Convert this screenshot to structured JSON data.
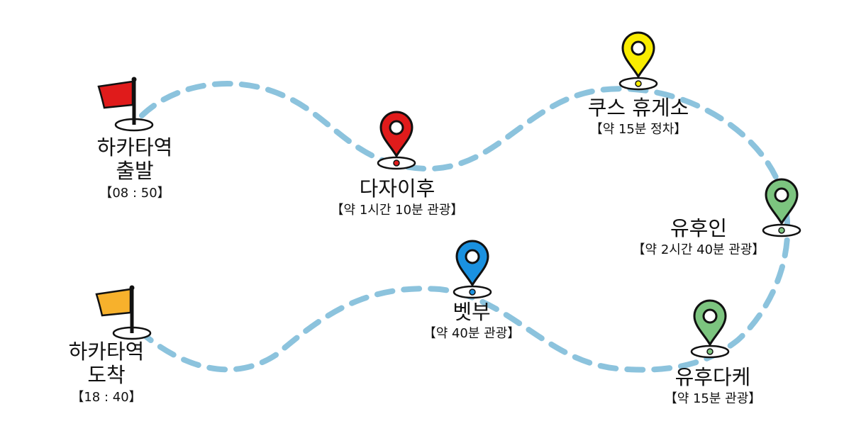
{
  "colors": {
    "route": "#8cc3dd",
    "start_flag": "#e01b1b",
    "end_flag": "#f7b12c",
    "dazaifu_pin": "#e01b1b",
    "kusu_pin": "#f9ec00",
    "yufuin_pin": "#7cc47f",
    "beppu_pin": "#1a91e0",
    "yufudake_pin": "#7cc47f"
  },
  "icons": [
    "flag-icon",
    "map-pin-icon"
  ],
  "stops": {
    "start": {
      "name_line1": "하카타역",
      "name_line2": "출발",
      "detail": "【08 : 50】"
    },
    "dazaifu": {
      "name": "다자이후",
      "detail": "【약 1시간 10분 관광】"
    },
    "kusu": {
      "name": "쿠스 휴게소",
      "detail": "【약 15분 정차】"
    },
    "yufuin": {
      "name": "유후인",
      "detail": "【약 2시간 40분 관광】"
    },
    "beppu": {
      "name": "벳부",
      "detail": "【약 40분 관광】"
    },
    "yufudake": {
      "name": "유후다케",
      "detail": "【약 15분 관광】"
    },
    "end": {
      "name_line1": "하카타역",
      "name_line2": "도착",
      "detail": "【18 : 40】"
    }
  }
}
